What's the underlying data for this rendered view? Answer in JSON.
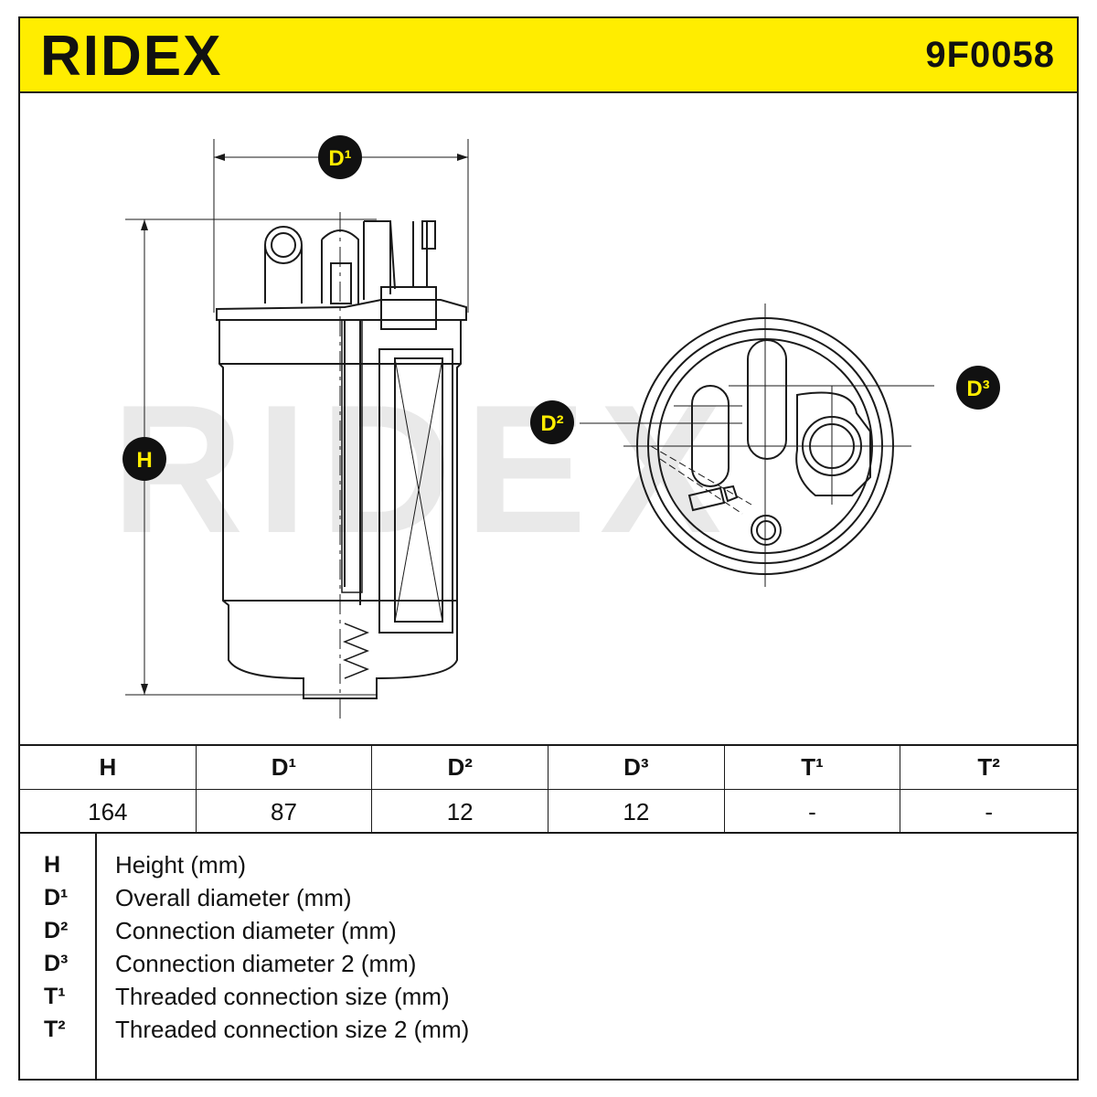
{
  "header": {
    "brand": "RIDEX",
    "part_number": "9F0058",
    "colors": {
      "accent": "#ffed00",
      "ink": "#1a1a1a"
    }
  },
  "drawing": {
    "watermark": "RIDEX",
    "badges": {
      "d1": "D¹",
      "d2": "D²",
      "d3": "D³",
      "h": "H"
    }
  },
  "specs": {
    "headers": [
      "H",
      "D¹",
      "D²",
      "D³",
      "T¹",
      "T²"
    ],
    "values": [
      "164",
      "87",
      "12",
      "12",
      "-",
      "-"
    ]
  },
  "legend": [
    {
      "sym": "H",
      "desc": "Height (mm)"
    },
    {
      "sym": "D¹",
      "desc": "Overall diameter (mm)"
    },
    {
      "sym": "D²",
      "desc": "Connection diameter (mm)"
    },
    {
      "sym": "D³",
      "desc": "Connection diameter 2 (mm)"
    },
    {
      "sym": "T¹",
      "desc": "Threaded connection size (mm)"
    },
    {
      "sym": "T²",
      "desc": "Threaded connection size 2 (mm)"
    }
  ]
}
